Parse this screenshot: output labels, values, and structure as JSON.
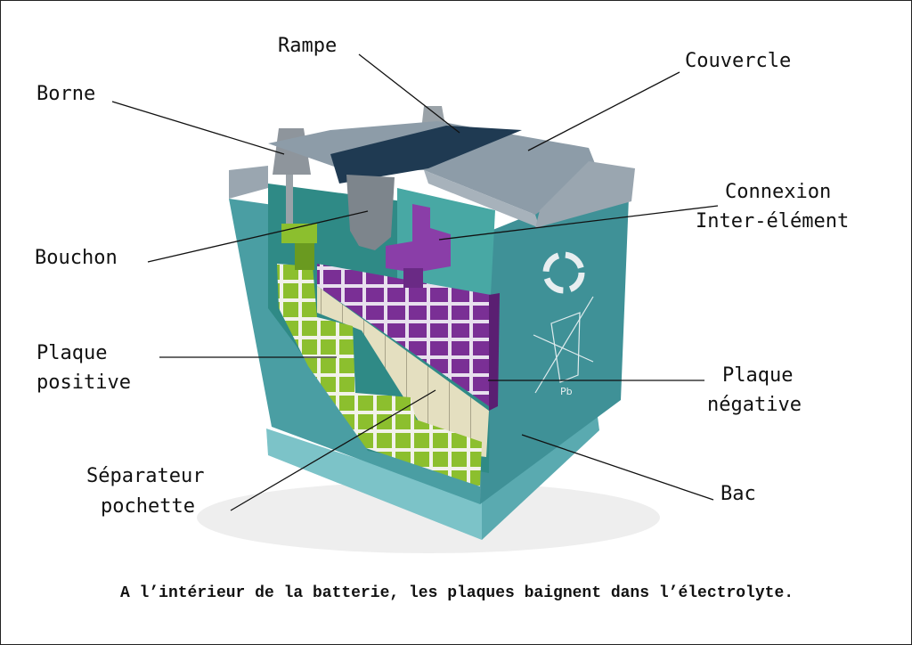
{
  "labels": {
    "rampe": "Rampe",
    "couvercle": "Couvercle",
    "borne": "Borne",
    "connexion_line1": "Connexion",
    "connexion_line2": "Inter-élément",
    "bouchon": "Bouchon",
    "plaque_positive_line1": "Plaque",
    "plaque_positive_line2": "positive",
    "plaque_negative_line1": "Plaque",
    "plaque_negative_line2": "négative",
    "separateur_line1": "Séparateur",
    "separateur_line2": "pochette",
    "bac": "Bac"
  },
  "battery_marking": "Pb",
  "caption": "A l’intérieur de la batterie, les plaques baignent dans l’électrolyte.",
  "colors": {
    "case": "#4a9ea3",
    "lid": "#8a9aa6",
    "ramp": "#1f3a52",
    "positive_plate": "#8cbf2e",
    "negative_plate": "#7a2f95",
    "separator": "#e4dfc0"
  }
}
